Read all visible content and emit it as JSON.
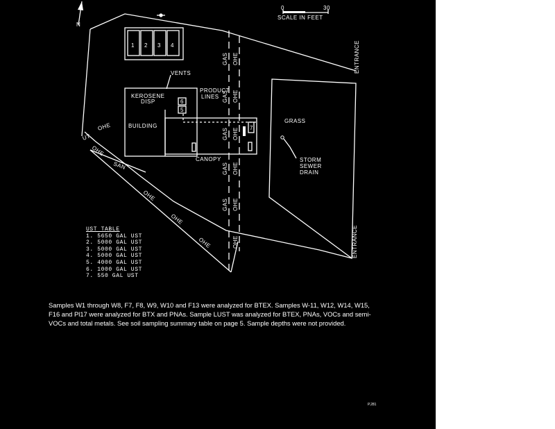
{
  "map": {
    "north_label": "N",
    "scale": {
      "start": "0",
      "end": "30",
      "label": "SCALE IN FEET"
    },
    "labels": {
      "vents": "VENTS",
      "kerosene_line1": "KEROSENE",
      "kerosene_line2": "DISP",
      "building": "BUILDING",
      "product_line1": "PRODUCT",
      "product_line2": "LINES",
      "canopy": "CANOPY",
      "grass": "GRASS",
      "storm_line1": "STORM",
      "storm_line2": "SEWER",
      "storm_line3": "DRAIN",
      "entrance_top": "ENTRANCE",
      "entrance_bottom": "ENTRANCE",
      "ut": "UT",
      "san": "SAN",
      "ohe": "OHE",
      "gas": "GAS"
    },
    "tank_numbers": [
      "1",
      "2",
      "3",
      "4"
    ],
    "small_tank_numbers": [
      "6",
      "5"
    ],
    "dispenser_number": "7"
  },
  "ust_table": {
    "title": "UST TABLE",
    "items": [
      "1. 5650 GAL UST",
      "2. 5000 GAL UST",
      "3. 5000 GAL UST",
      "4. 5000 GAL UST",
      "5. 4000 GAL UST",
      "6. 1000 GAL UST",
      "7. 550 GAL UST"
    ]
  },
  "caption": "Samples W1 through W8, F7, F8, W9, W10 and F13 were analyzed for BTEX. Samples W-11, W12, W14, W15, F16 and Pl17 were analyzed for BTX and PNAs. Sample LUST was analyzed for BTEX, PNAs, VOCs and semi-VOCs and total metals. See soil sampling summary table on page 5. Sample depths were not provided.",
  "page_ref": "P.281"
}
